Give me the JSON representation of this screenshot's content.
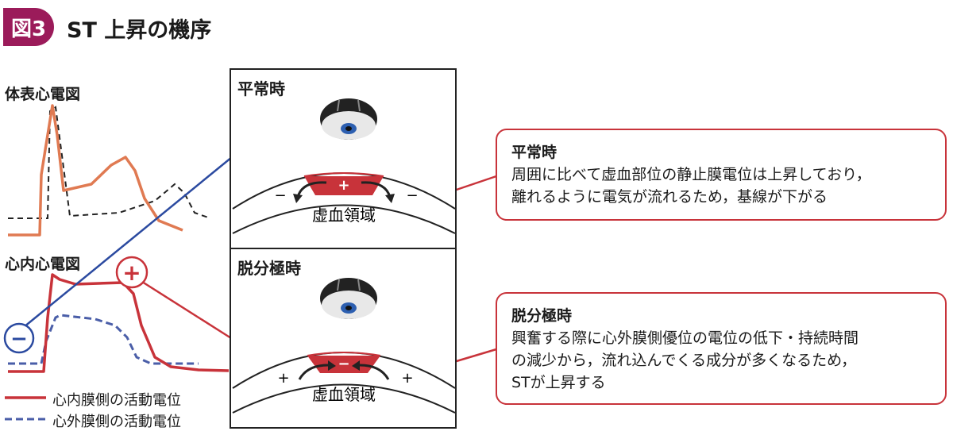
{
  "figure": {
    "badge": "図3",
    "title": "ST 上昇の機序"
  },
  "left": {
    "surface_ecg_label": "体表心電図",
    "intracardiac_ecg_label": "心内心電図",
    "plus_sign": "+",
    "minus_sign": "−",
    "legend": [
      {
        "label": "心内膜側の活動電位",
        "style": "solid",
        "color": "#c8333a"
      },
      {
        "label": "心外膜側の活動電位",
        "style": "dashed",
        "color": "#4a5ea8"
      }
    ]
  },
  "panels": [
    {
      "title": "平常時",
      "region_label": "虚血領域",
      "center_sign": "+",
      "side_sign": "−"
    },
    {
      "title": "脱分極時",
      "region_label": "虚血領域",
      "center_sign": "−",
      "side_sign": "+"
    }
  ],
  "callouts": [
    {
      "title": "平常時",
      "lines": [
        "周囲に比べて虚血部位の静止膜電位は上昇しており，",
        "離れるように電気が流れるため，基線が下がる"
      ]
    },
    {
      "title": "脱分極時",
      "lines": [
        "興奮する際に心外膜側優位の電位の低下・持続時間",
        "の減少から，流れ込んでくる成分が多くなるため，",
        "STが上昇する"
      ]
    }
  ],
  "colors": {
    "badge": "#9b1b5a",
    "red": "#c8333a",
    "orange": "#e07a52",
    "blue": "#2b4aa0",
    "dashed_blue": "#4a5ea8"
  }
}
